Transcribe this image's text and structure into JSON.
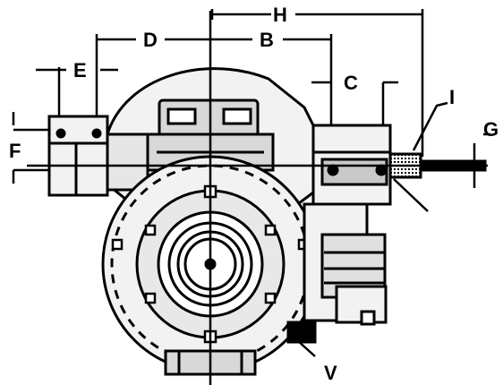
{
  "diagram": {
    "dimension_labels": {
      "H": "H",
      "D": "D",
      "B": "B",
      "E": "E",
      "C": "C",
      "I": "I",
      "F": "F",
      "G": "G",
      "V": "V"
    },
    "colors": {
      "line": "#000000",
      "body_fill": "#f2f2f2",
      "shade": "#c8c8c8",
      "background": "#ffffff"
    }
  }
}
